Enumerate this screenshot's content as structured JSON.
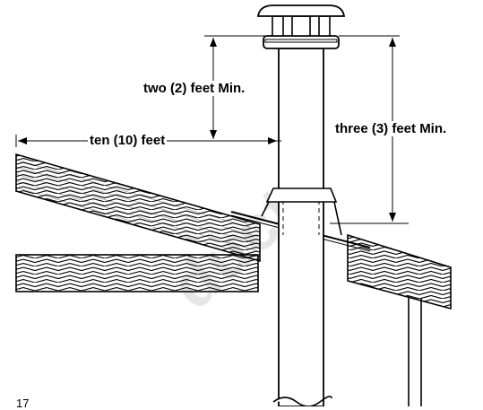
{
  "labels": {
    "two_feet": "two (2) feet Min.",
    "ten_feet": "ten (10) feet",
    "three_feet": "three (3) feet Min."
  },
  "watermark": "ducts",
  "page_fragment": "17",
  "colors": {
    "line": "#000000",
    "background": "#ffffff",
    "watermark": "#e6e6e6"
  }
}
